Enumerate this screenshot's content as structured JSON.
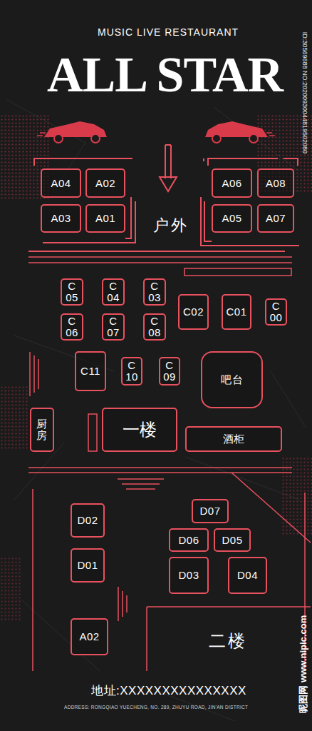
{
  "diagram": {
    "title": "ALL STAR",
    "nodes": [
      {
        "text": [
          "A04"
        ]
      },
      {
        "text": [
          "A02"
        ]
      },
      {
        "text": [
          "A06"
        ]
      },
      {
        "text": [
          "A08"
        ]
      },
      {
        "text": [
          "A03"
        ]
      },
      {
        "text": [
          "A01"
        ]
      },
      {
        "text": [
          "A05"
        ]
      },
      {
        "text": [
          "A07"
        ]
      },
      {
        "text": [
          "C 05"
        ]
      },
      {
        "text": [
          "C 04"
        ]
      },
      {
        "text": [
          "C 03"
        ]
      },
      {
        "text": [
          "C02"
        ]
      },
      {
        "text": [
          "C01"
        ]
      },
      {
        "text": [
          "C 00"
        ]
      },
      {
        "text": [
          "C 06"
        ]
      },
      {
        "text": [
          "C 07"
        ]
      },
      {
        "text": [
          "C 08"
        ]
      },
      {
        "text": [
          "C11"
        ]
      },
      {
        "text": [
          "C 10"
        ]
      },
      {
        "text": [
          "C 09"
        ]
      },
      {
        "text": [
          "吧台"
        ]
      },
      {
        "text": [
          "厨房"
        ]
      },
      {
        "text": [
          "一楼"
        ]
      },
      {
        "text": [
          "酒柜"
        ]
      },
      {
        "text": [
          "D07"
        ]
      },
      {
        "text": [
          "D02"
        ]
      },
      {
        "text": [
          "D06"
        ]
      },
      {
        "text": [
          "D05"
        ]
      },
      {
        "text": [
          "D01"
        ]
      },
      {
        "text": [
          "D03"
        ]
      },
      {
        "text": [
          "D04"
        ]
      },
      {
        "text": [
          "A02"
        ]
      }
    ],
    "labels": [
      "MUSIC  LIVE RESTAURANT",
      "户外",
      "二楼",
      "地址:XXXXXXXXXXXXXXX",
      "ADDRESS: RONGQIAO YUECHENG, NO. 289, ZHUYU ROAD, JIN'AN DISTRICT",
      "ID:30569688 NO:20200930044819502080",
      "昵图网 www.nipic.com"
    ]
  }
}
